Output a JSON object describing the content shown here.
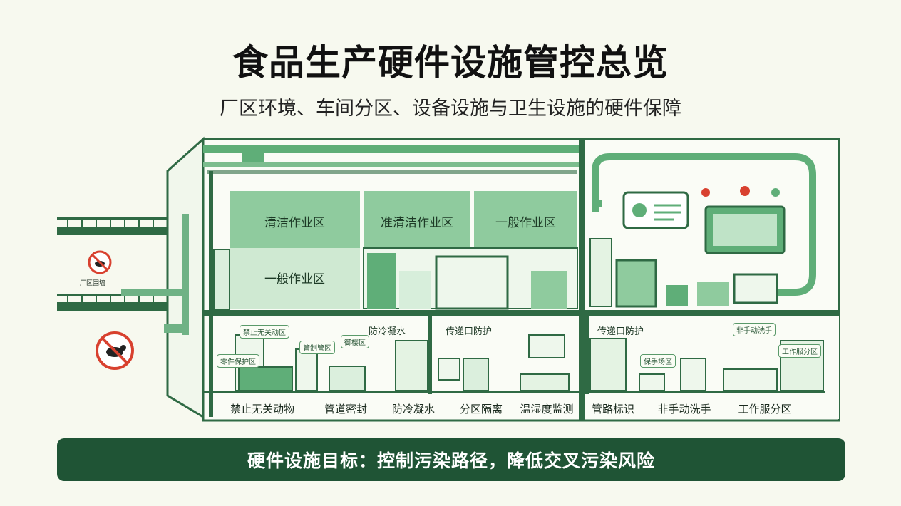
{
  "title": "食品生产硬件设施管控总览",
  "subtitle": "厂区环境、车间分区、设备设施与卫生设施的硬件保障",
  "zones": {
    "clean": "清洁作业区",
    "semi_clean": "准清洁作业区",
    "general_right": "一般作业区",
    "general_left": "一般作业区"
  },
  "sign_label": "厂区围墙",
  "panels": {
    "left_tags": [
      "禁止无关动区",
      "管制管区",
      "零件保护区",
      "御樱区",
      "防冷凝水"
    ],
    "mid_header": "传递口防护",
    "right_header": "传递口防护",
    "right_tags": [
      "非手动洗手",
      "工作服分区",
      "保手场区"
    ]
  },
  "bottom_labels": [
    "禁止无关动物",
    "管道密封",
    "防冷凝水",
    "分区隔离",
    "温湿度监测",
    "管路标识",
    "非手动洗手",
    "工作服分区"
  ],
  "goal": "硬件设施目标：控制污染路径，降低交叉污染风险",
  "colors": {
    "dark_green": "#1f5435",
    "mid_green": "#5fae78",
    "light_green": "#bfe3c7",
    "pale_green": "#e4f3e3",
    "warning_red": "#d8412f"
  }
}
